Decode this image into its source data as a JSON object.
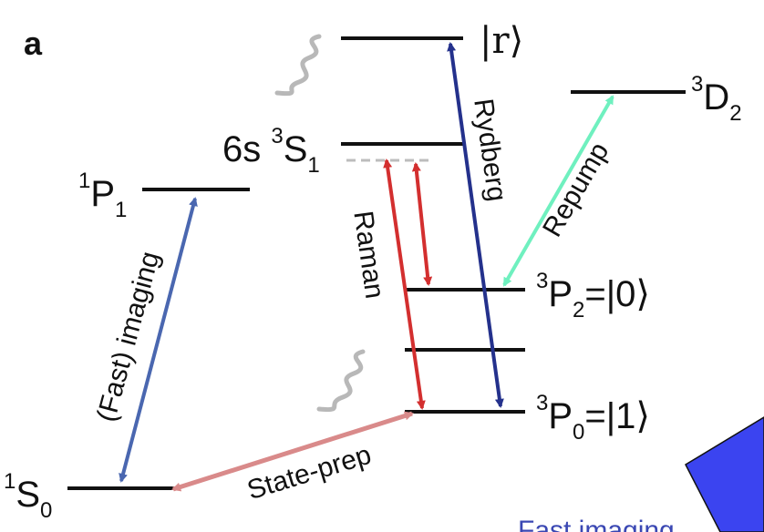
{
  "panel_label": "a",
  "colors": {
    "level": "#111111",
    "imaging": "#4a67b0",
    "raman": "#d32f2f",
    "rydberg": "#24318c",
    "repump": "#6ff0bf",
    "state_prep": "#d98a8a",
    "decay": "#b8b8b8",
    "virtual": "#bdbdbd",
    "inset": "#3b44f0"
  },
  "levels": {
    "s0": {
      "sup": "1",
      "main": "S",
      "sub": "0"
    },
    "p1": {
      "sup": "1",
      "main": "P",
      "sub": "1"
    },
    "s1": {
      "prefix": "6s ",
      "sup": "3",
      "main": "S",
      "sub": "1"
    },
    "p2": {
      "sup": "3",
      "main": "P",
      "sub": "2",
      "ket": "=|0⟩"
    },
    "p0": {
      "sup": "3",
      "main": "P",
      "sub": "0",
      "ket": "=|1⟩"
    },
    "d2": {
      "sup": "3",
      "main": "D",
      "sub": "2"
    },
    "r": {
      "ket": "|r⟩"
    }
  },
  "transitions": {
    "imaging": "(Fast) imaging",
    "raman": "Raman",
    "rydberg": "Rydberg",
    "repump": "Repump",
    "state_prep": "State-prep"
  },
  "inset": {
    "caption": "Fast imaging"
  }
}
